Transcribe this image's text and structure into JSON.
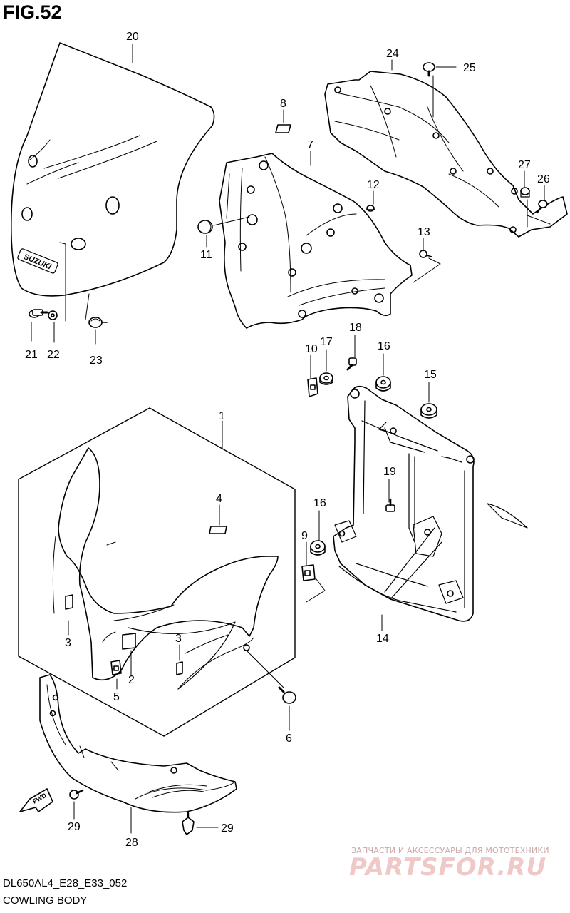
{
  "figure": {
    "title": "FIG.52",
    "model_code": "DL650AL4_E28_E33_052",
    "caption": "COWLING BODY"
  },
  "watermark": {
    "tagline": "ЗАПЧАСТИ И АКСЕССУАРЫ ДЛЯ МОТОТЕХНИКИ",
    "logo_text": "PARTSFOR.RU"
  },
  "parts": {
    "windscreen": {
      "number": "20",
      "brand": "SUZUKI"
    },
    "screw_21": {
      "number": "21"
    },
    "washer_22": {
      "number": "22"
    },
    "nut_23": {
      "number": "23"
    },
    "label_8": {
      "number": "8"
    },
    "inner_cover_7": {
      "number": "7"
    },
    "grommet_11": {
      "number": "11"
    },
    "bolt_12": {
      "number": "12"
    },
    "screw_13": {
      "number": "13"
    },
    "cover_24": {
      "number": "24"
    },
    "bolt_25": {
      "number": "25"
    },
    "nut_27": {
      "number": "27"
    },
    "screw_26": {
      "number": "26"
    },
    "nut_10": {
      "number": "10"
    },
    "cushion_17": {
      "number": "17"
    },
    "bolt_18": {
      "number": "18"
    },
    "cushion_16_top": {
      "number": "16"
    },
    "cushion_15": {
      "number": "15"
    },
    "bolt_19": {
      "number": "19"
    },
    "cushion_16_left": {
      "number": "16"
    },
    "nut_9": {
      "number": "9"
    },
    "bracket_14": {
      "number": "14"
    },
    "cowling_body_1": {
      "number": "1"
    },
    "label_4": {
      "number": "4"
    },
    "label_3_left": {
      "number": "3"
    },
    "label_3_right": {
      "number": "3"
    },
    "label_2": {
      "number": "2"
    },
    "nut_5": {
      "number": "5"
    },
    "screw_6": {
      "number": "6"
    },
    "lower_cover_28": {
      "number": "28"
    },
    "screw_29_left": {
      "number": "29"
    },
    "screw_29_right": {
      "number": "29"
    },
    "fwd_arrow": {
      "label": "FWD"
    }
  }
}
